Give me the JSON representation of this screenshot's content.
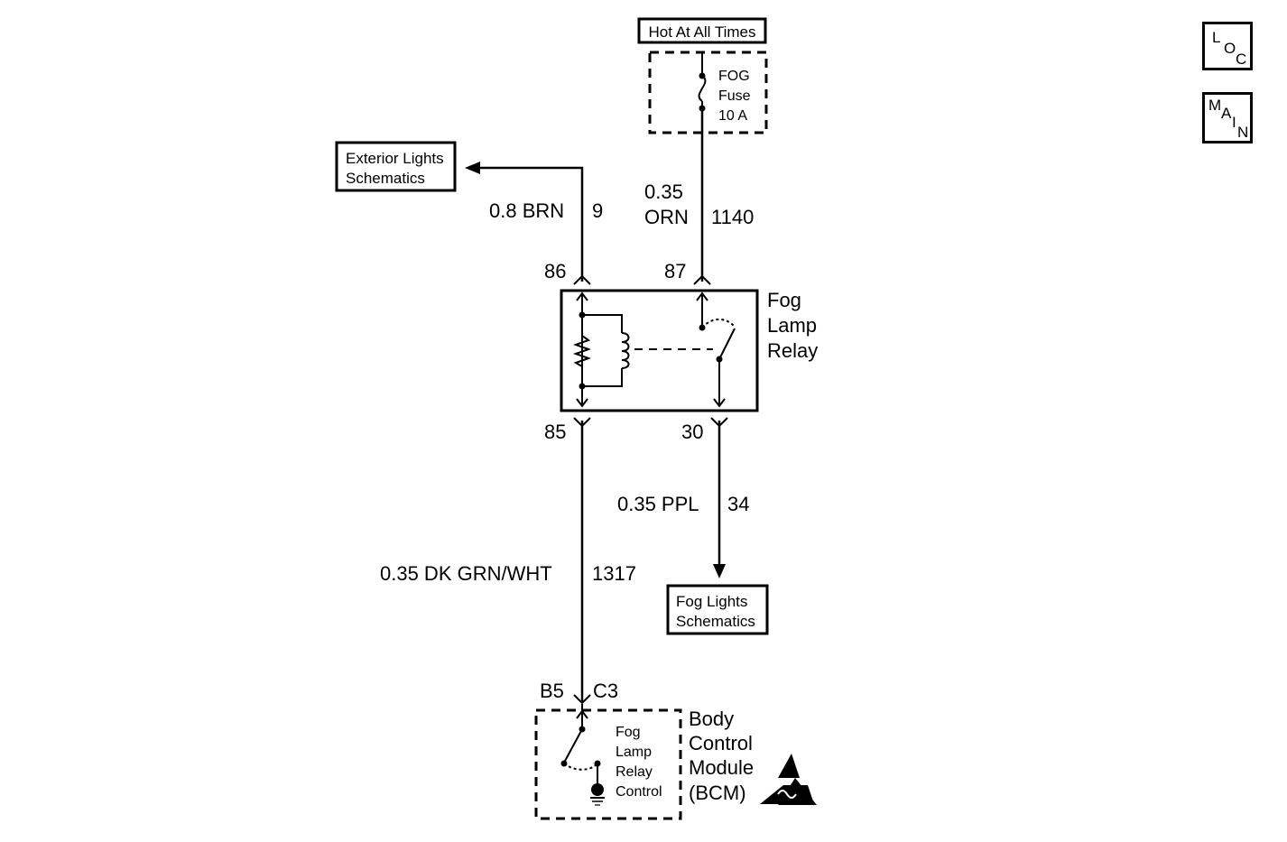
{
  "power_source": "Hot At All Times",
  "fuse": {
    "line1": "FOG",
    "line2": "Fuse",
    "line3": "10 A"
  },
  "exterior_lights_box": {
    "line1": "Exterior Lights",
    "line2": "Schematics"
  },
  "fog_lights_box": {
    "line1": "Fog Lights",
    "line2": "Schematics"
  },
  "wires": {
    "brn": {
      "gauge_color": "0.8 BRN",
      "circuit": "9"
    },
    "orn": {
      "gauge": "0.35",
      "color": "ORN",
      "circuit": "1140"
    },
    "ppl": {
      "gauge_color": "0.35 PPL",
      "circuit": "34"
    },
    "dkgrn": {
      "gauge_color": "0.35 DK GRN/WHT",
      "circuit": "1317"
    }
  },
  "relay": {
    "line1": "Fog",
    "line2": "Lamp",
    "line3": "Relay",
    "pin_86": "86",
    "pin_87": "87",
    "pin_85": "85",
    "pin_30": "30"
  },
  "bcm": {
    "line1": "Body",
    "line2": "Control",
    "line3": "Module",
    "line4": "(BCM)",
    "connector_left": "B5",
    "connector_right": "C3",
    "control_line1": "Fog",
    "control_line2": "Lamp",
    "control_line3": "Relay",
    "control_line4": "Control"
  },
  "nav": {
    "loc": {
      "l1": "L",
      "l2": "O",
      "l3": "C"
    },
    "main": {
      "l1": "M",
      "l2": "A",
      "l3": "I",
      "l4": "N"
    }
  }
}
